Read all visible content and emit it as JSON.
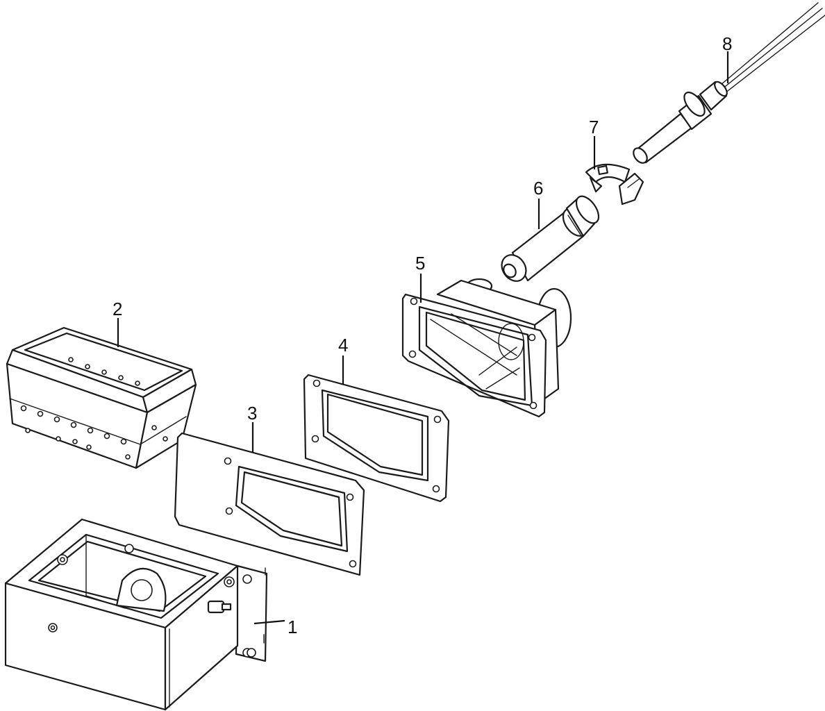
{
  "callouts": {
    "part1": "1",
    "part2": "2",
    "part3": "3",
    "part4": "4",
    "part5": "5",
    "part6": "6",
    "part7": "7",
    "part8": "8"
  },
  "colors": {
    "line": "#1a1a1a",
    "background": "#ffffff"
  }
}
